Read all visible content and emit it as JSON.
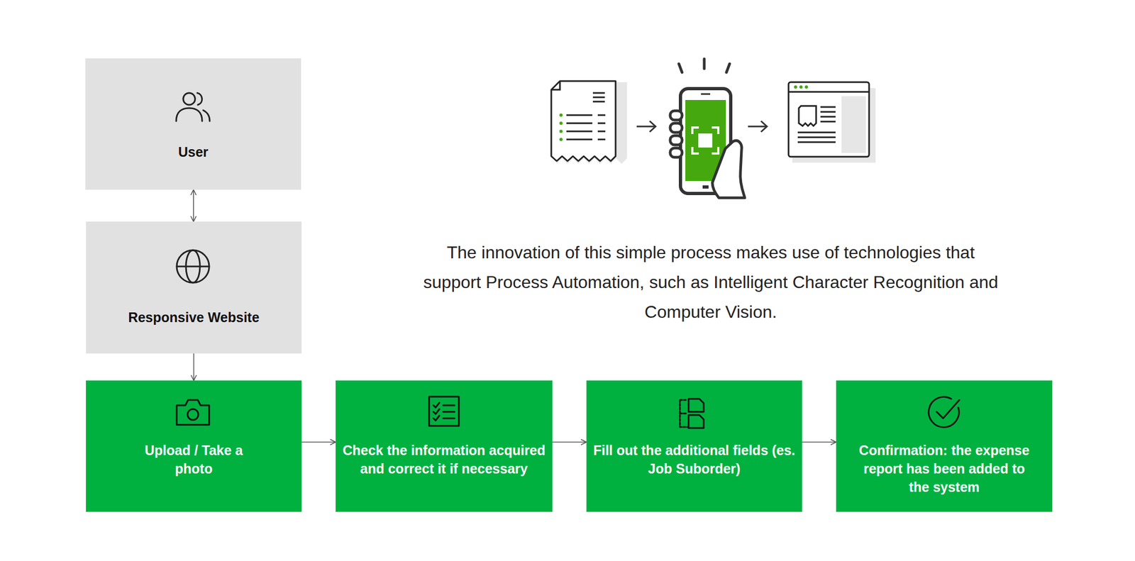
{
  "diagram": {
    "nodes": [
      {
        "text": [
          "User"
        ]
      },
      {
        "text": [
          "Responsive Website"
        ]
      },
      {
        "text": [
          "Upload / Take a photo"
        ]
      },
      {
        "text": [
          "Check the information acquired and correct it if necessary"
        ]
      },
      {
        "text": [
          "Fill out the additional fields (es. Job Suborder)"
        ]
      },
      {
        "text": [
          "Confirmation: the expense report has been added to the system"
        ]
      }
    ],
    "edges": [
      {
        "from": 0,
        "to": 1,
        "arrow": "both"
      },
      {
        "from": 1,
        "to": 2,
        "arrow": "to"
      },
      {
        "from": 2,
        "to": 3,
        "arrow": "to"
      },
      {
        "from": 3,
        "to": 4,
        "arrow": "to"
      },
      {
        "from": 4,
        "to": 5,
        "arrow": "to"
      }
    ],
    "labels": [
      "The innovation of this simple process makes use of technologies that support Process Automation, such as Intelligent Character Recognition and Computer Vision."
    ]
  }
}
